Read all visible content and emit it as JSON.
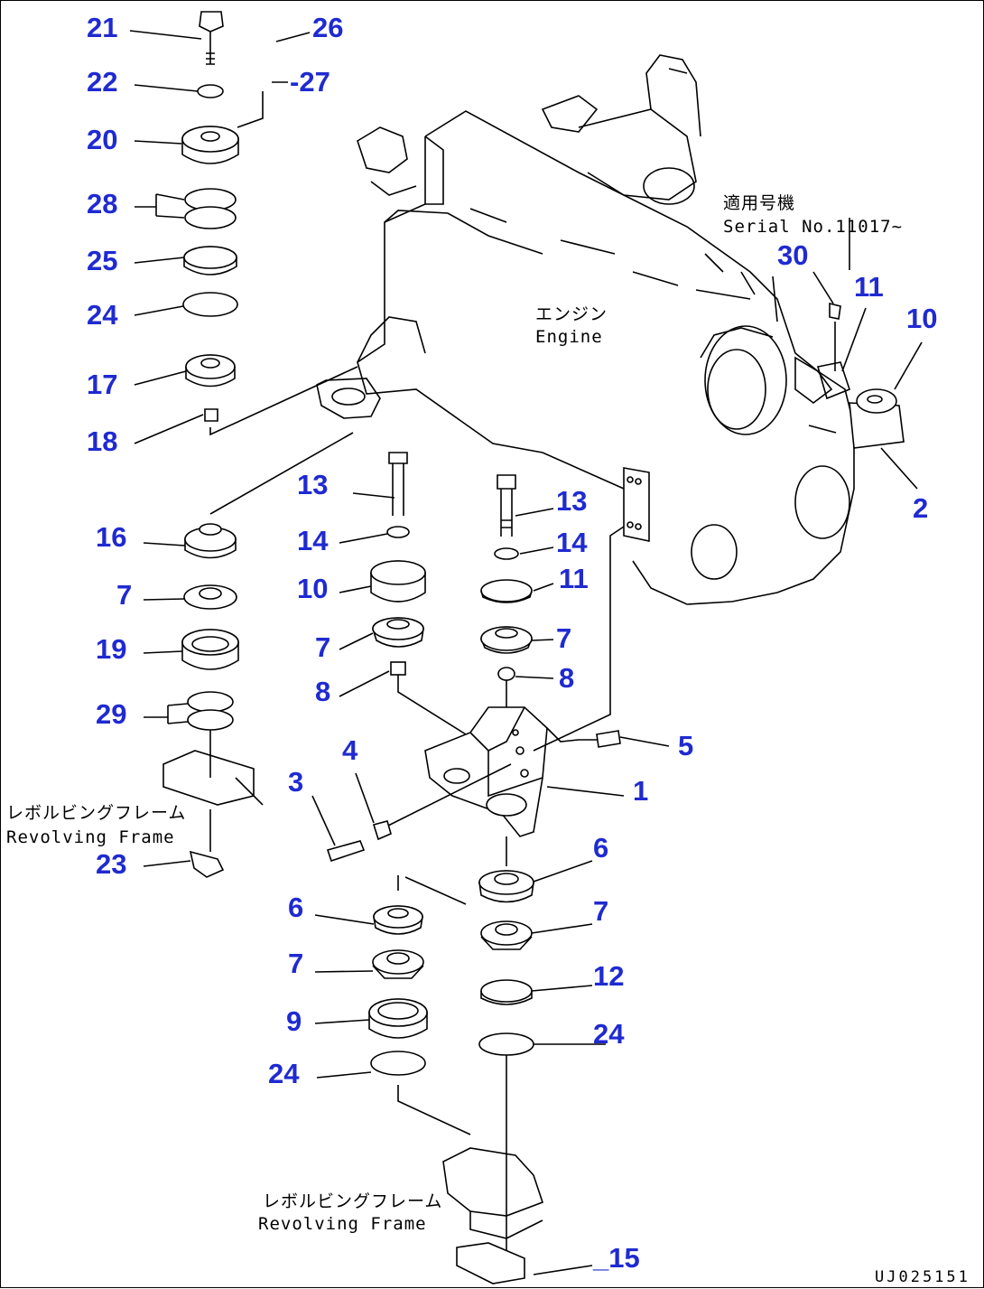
{
  "callouts": {
    "c21": "21",
    "c26": "26",
    "c22": "22",
    "c27": "-27",
    "c20": "20",
    "c28": "28",
    "c25": "25",
    "c24a": "24",
    "c17": "17",
    "c18": "18",
    "c30": "30",
    "c11a": "11",
    "c10a": "10",
    "c2": "2",
    "c13a": "13",
    "c13b": "13",
    "c16": "16",
    "c14a": "14",
    "c14b": "14",
    "c7a": "7",
    "c10b": "10",
    "c11b": "11",
    "c19": "19",
    "c7b": "7",
    "c7c": "7",
    "c8a": "8",
    "c8b": "8",
    "c29": "29",
    "c5": "5",
    "c4": "4",
    "c3": "3",
    "c1": "1",
    "c23": "23",
    "c6a": "6",
    "c6b": "6",
    "c7d": "7",
    "c7e": "7",
    "c12": "12",
    "c9": "9",
    "c24b": "24",
    "c24c": "24",
    "c15": "_15"
  },
  "notes": {
    "serial_jp": "適用号機",
    "serial_en": "Serial No.11017~",
    "engine_jp": "エンジン",
    "engine_en": "Engine",
    "frame_left_jp": "レボルビングフレーム",
    "frame_left_en": "Revolving Frame",
    "frame_bottom_jp": "レボルビングフレーム",
    "frame_bottom_en": "Revolving Frame"
  },
  "drawing_code": "UJ025151"
}
